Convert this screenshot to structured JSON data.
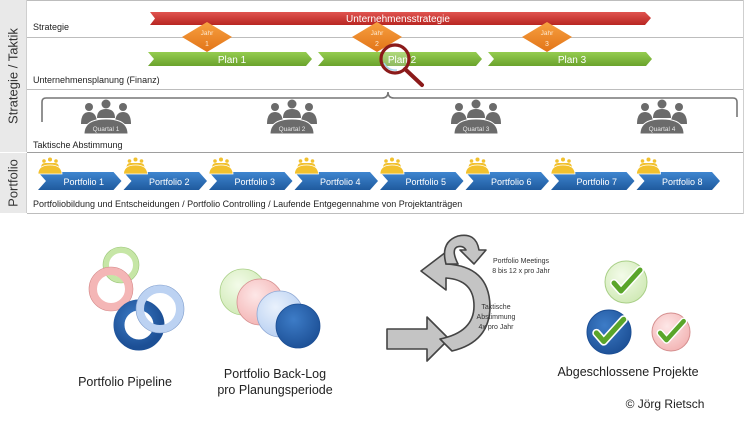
{
  "sidebar": {
    "strategie_taktik": "Strategie / Taktik",
    "portfolio": "Portfolio"
  },
  "rows": {
    "strategie": "Strategie",
    "unternehmensplanung": "Unternehmensplanung (Finanz)",
    "taktische_abstimmung": "Taktische Abstimmung",
    "portfolio": "Portfoliobildung und Entscheidungen / Portfolio Controlling / Laufende Entgegennahme von Projektanträgen"
  },
  "strategy_bar": {
    "label": "Unternehmensstrategie",
    "color": "#c9302c"
  },
  "years": [
    {
      "line1": "Jahr",
      "line2": "1"
    },
    {
      "line1": "Jahr",
      "line2": "2"
    },
    {
      "line1": "Jahr",
      "line2": "3"
    }
  ],
  "year_color": "#ef8a2a",
  "plans": [
    {
      "label": "Plan 1"
    },
    {
      "label": "Plan 2"
    },
    {
      "label": "Plan 3"
    }
  ],
  "plan_color": "#7db83a",
  "quarters": [
    {
      "label": "Quartal 1"
    },
    {
      "label": "Quartal 2"
    },
    {
      "label": "Quartal 3"
    },
    {
      "label": "Quartal 4"
    }
  ],
  "quarter_color": "#6b6b6b",
  "portfolios": [
    {
      "label": "Portfolio 1"
    },
    {
      "label": "Portfolio 2"
    },
    {
      "label": "Portfolio 3"
    },
    {
      "label": "Portfolio 4"
    },
    {
      "label": "Portfolio 5"
    },
    {
      "label": "Portfolio 6"
    },
    {
      "label": "Portfolio 7"
    },
    {
      "label": "Portfolio 8"
    }
  ],
  "portfolio_color": "#2e6db4",
  "meeting_icon_color": "#f2c12e",
  "magnifier_color": "#8b1a1a",
  "bottom": {
    "pipeline": "Portfolio Pipeline",
    "backlog_line1": "Portfolio Back-Log",
    "backlog_line2": "pro Planungsperiode",
    "meetings_line1": "Portfolio Meetings",
    "meetings_line2": "8 bis 12 x pro Jahr",
    "tactical_line1": "Taktische",
    "tactical_line2": "Abstimmung",
    "tactical_line3": "4x pro Jahr",
    "completed": "Abgeschlossene Projekte",
    "copyright": "© Jörg Rietsch"
  }
}
